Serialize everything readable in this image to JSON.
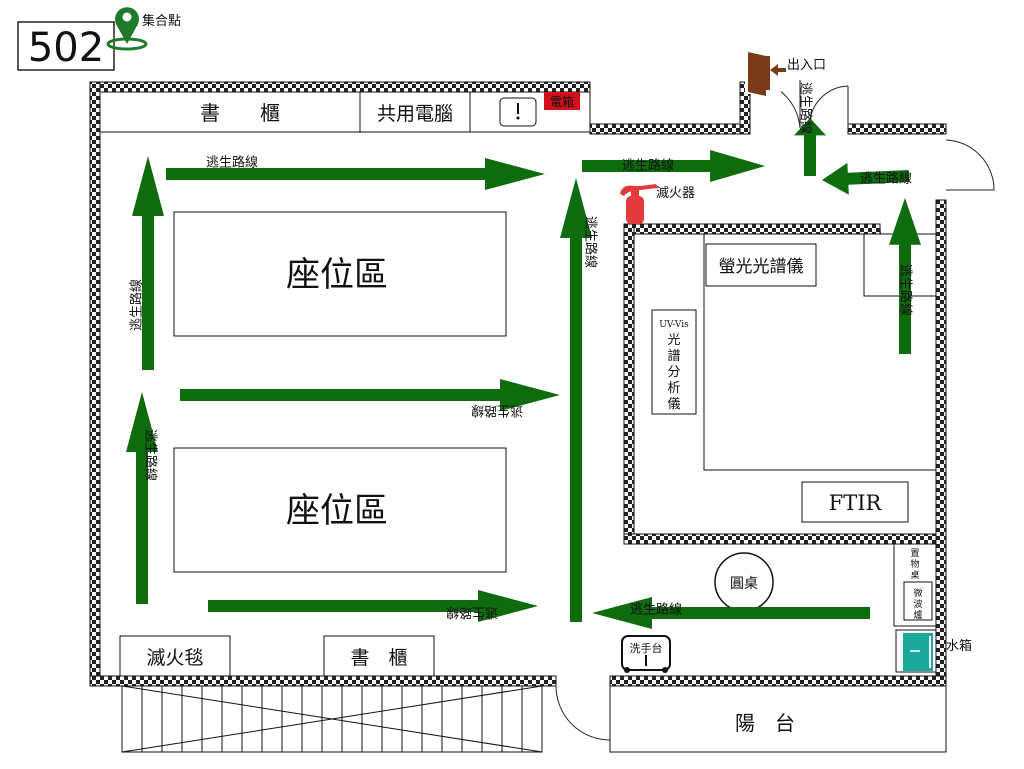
{
  "room_number": "502",
  "assembly_point": "集合點",
  "exit": "出入口",
  "rooms": {
    "bookcase_top": "書　　櫃",
    "shared_pc": "共用電腦",
    "power_box": "電箱",
    "seating_1": "座位區",
    "seating_2": "座位區",
    "fire_blanket": "滅火毯",
    "bookcase_bottom": "書　櫃",
    "balcony": "陽　台",
    "fluorescence": "螢光光譜儀",
    "uvvis_line1": "UV-Vis",
    "uvvis_line2": "光譜分析儀",
    "ftir": "FTIR",
    "round_table": "圓桌",
    "storage_shelf": "置物桌",
    "microwave": "微波爐",
    "sink": "洗手台",
    "water_tank": "水箱",
    "extinguisher": "滅火器"
  },
  "escape_label": "逃生路線",
  "colors": {
    "arrow": "#0e6b0e",
    "power_box": "#d0101a",
    "extinguisher": "#e23b3b",
    "water_tank": "#1aa89b",
    "door": "#7a3b1a",
    "pin": "#1f7a2a"
  }
}
